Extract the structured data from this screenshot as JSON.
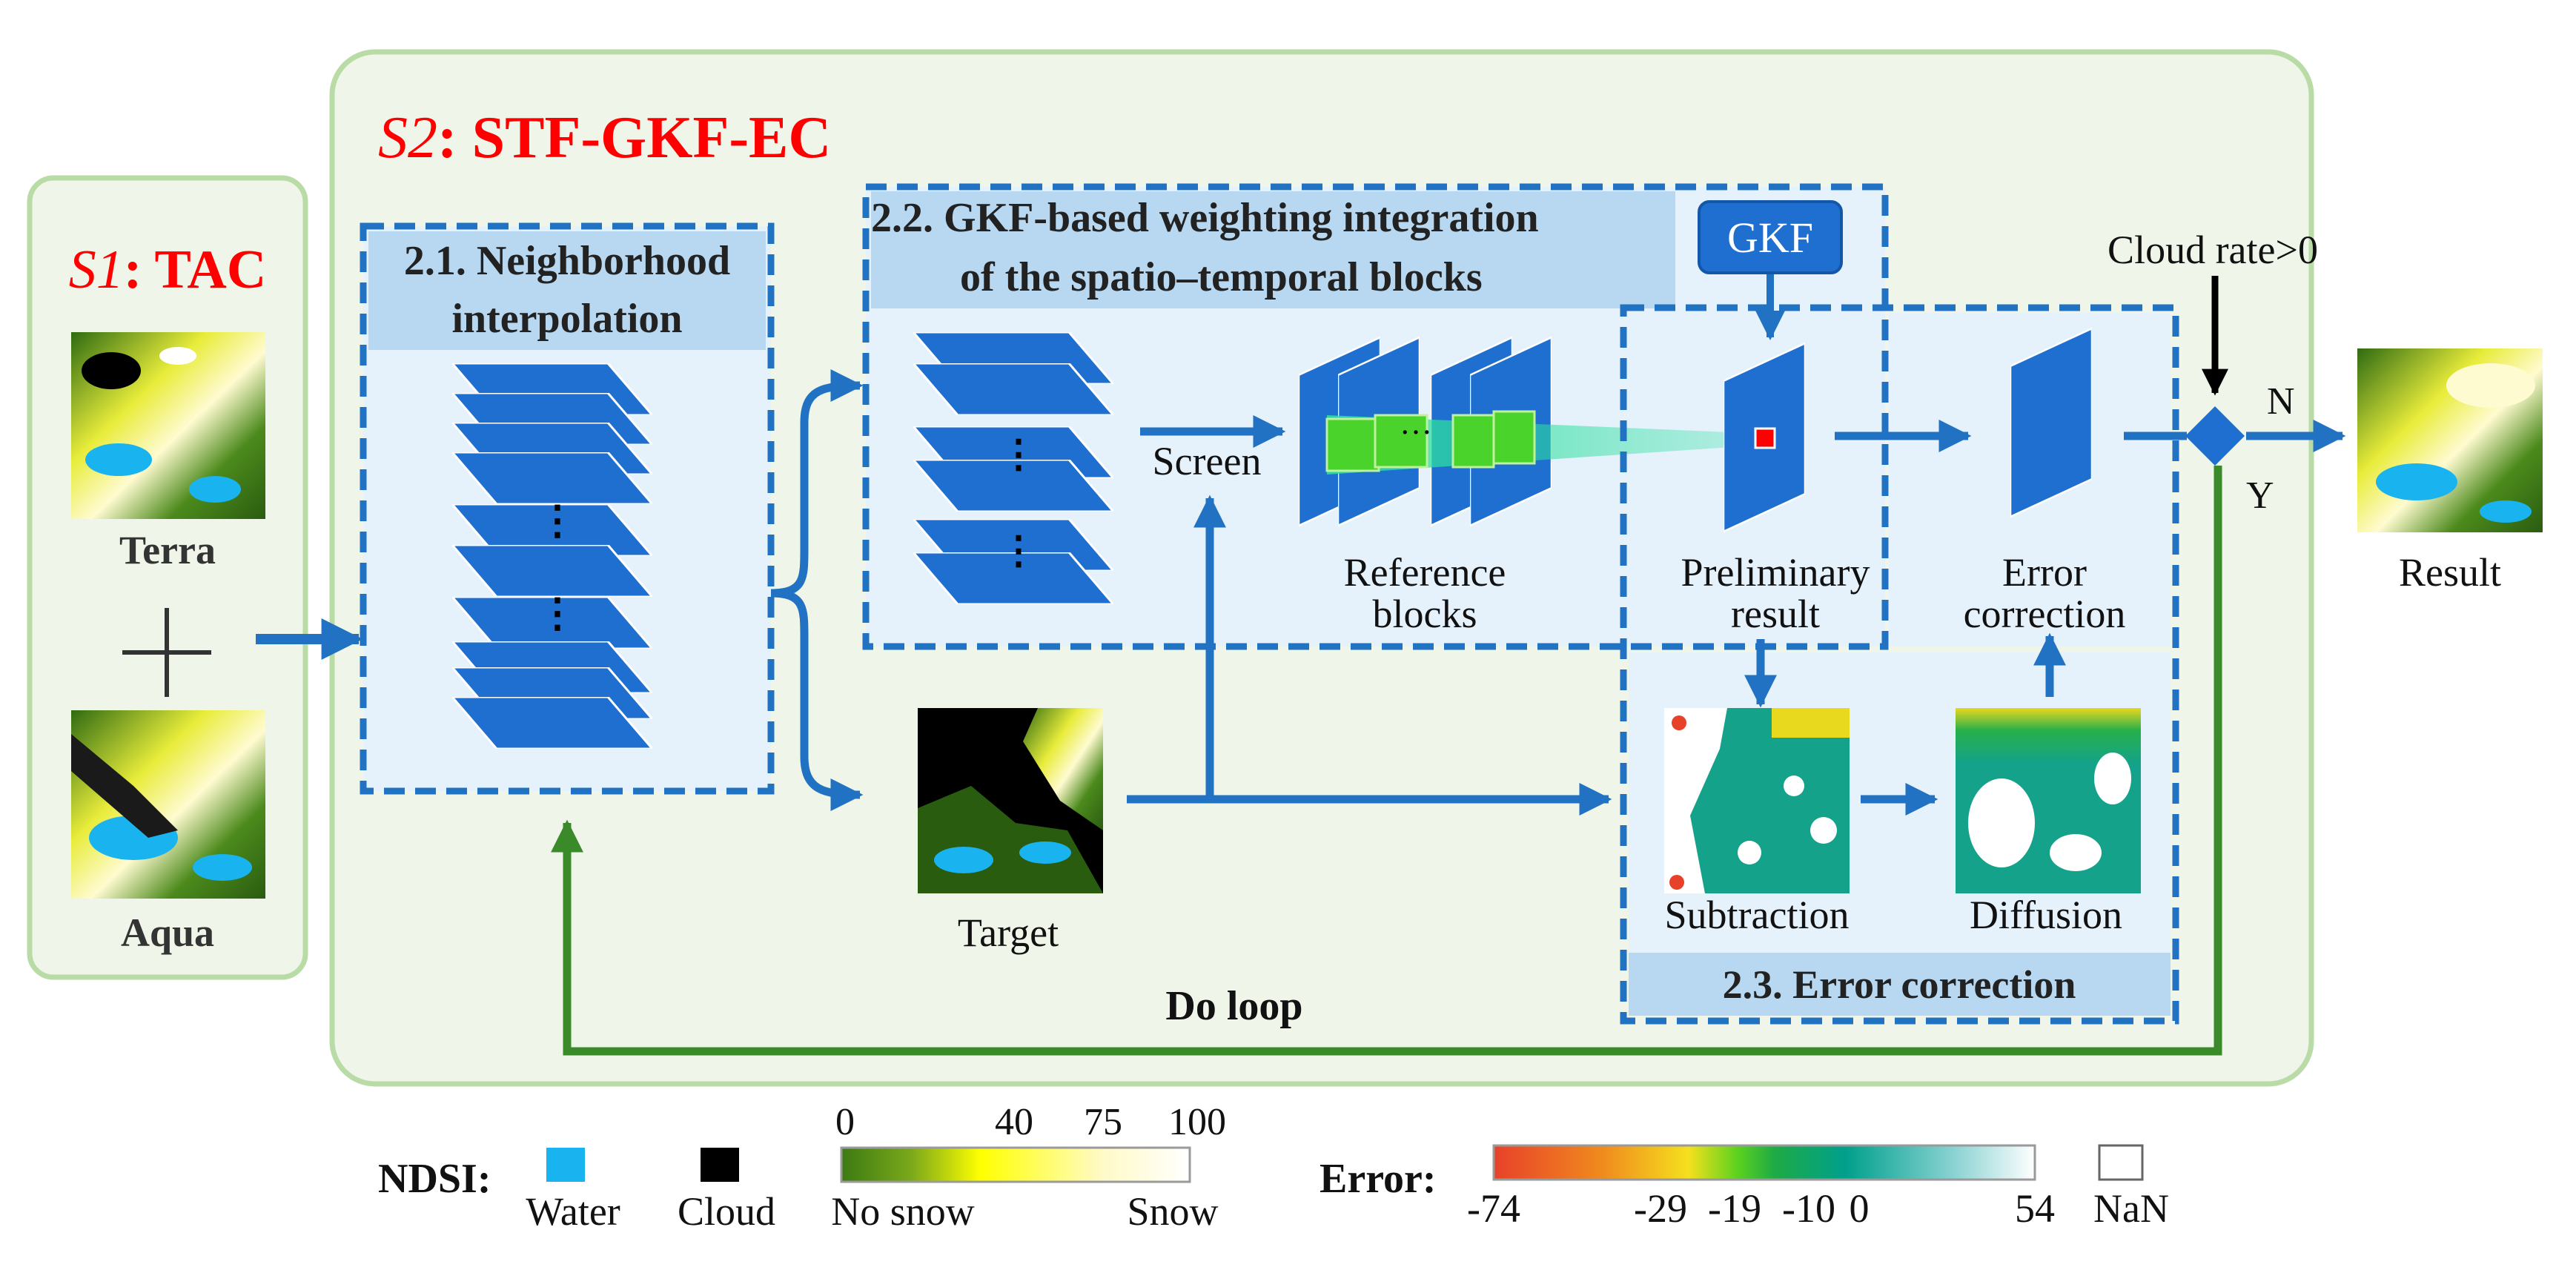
{
  "s1": {
    "prefix": "S1",
    "suffix": ": TAC",
    "terra_label": "Terra",
    "aqua_label": "Aqua"
  },
  "s2": {
    "prefix": "S2",
    "suffix": ": STF-GKF-EC"
  },
  "box21": {
    "line1": "2.1. Neighborhood",
    "line2": "interpolation"
  },
  "box22": {
    "line1": "2.2.  GKF-based weighting integration",
    "line2": "of the spatio–temporal blocks"
  },
  "gkf_label": "GKF",
  "screen_label": "Screen",
  "reference_blocks": {
    "line1": "Reference",
    "line2": "blocks"
  },
  "preliminary_result": {
    "line1": "Preliminary",
    "line2": "result"
  },
  "error_correction_step": {
    "line1": "Error",
    "line2": "correction"
  },
  "cloud_rate_label": "Cloud rate>0",
  "decision": {
    "no": "N",
    "yes": "Y"
  },
  "result_label": "Result",
  "target_label": "Target",
  "subtraction_label": "Subtraction",
  "diffusion_label": "Diffusion",
  "box23_label": "2.3. Error correction",
  "do_loop_label": "Do loop",
  "legend": {
    "ndsi_title": "NDSI",
    "water_label": "Water",
    "cloud_label": "Cloud",
    "ndsi_ticks": [
      "0",
      "40",
      "75",
      "100"
    ],
    "no_snow_label": "No snow",
    "snow_label": "Snow",
    "error_title": "Error",
    "error_ticks": [
      "-74",
      "-29",
      "-19",
      "-10",
      "0",
      "54"
    ],
    "nan_label": "NaN"
  },
  "colors": {
    "accent_red": "#ff0000",
    "arrow_blue": "#2272c3",
    "block_blue": "#1e6fd0",
    "loop_green": "#3a8a2a",
    "panel_green": "#eff6e9",
    "panel_border": "#b9dba5",
    "water": "#19b4f0",
    "cloud": "#000000"
  }
}
